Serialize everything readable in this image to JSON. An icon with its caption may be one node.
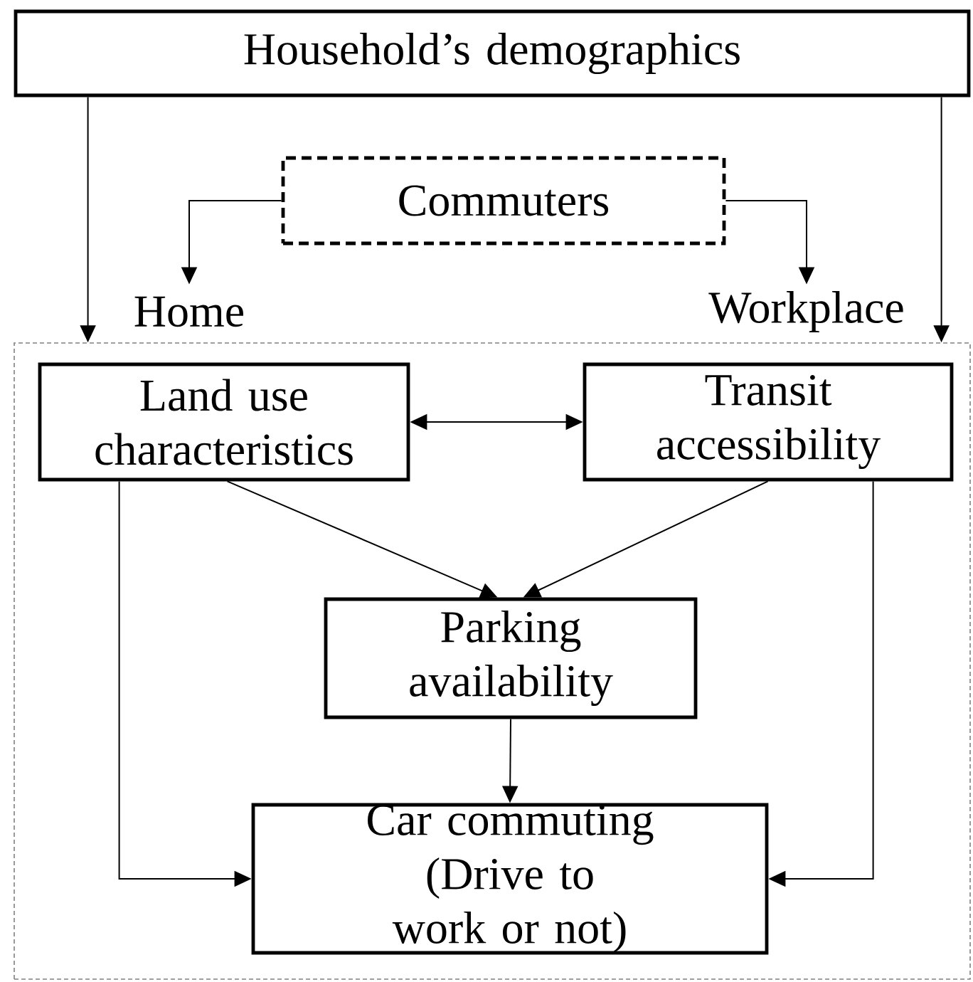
{
  "diagram": {
    "nodes": [
      {
        "text": [
          "Household’s demographics"
        ]
      },
      {
        "text": [
          "Commuters"
        ]
      },
      {
        "text": [
          "Home"
        ]
      },
      {
        "text": [
          "Workplace"
        ]
      },
      {
        "text": [],
        "shape": "box"
      },
      {
        "text": [
          "Land use characteristics"
        ],
        "in": 4
      },
      {
        "text": [
          "Transit accessibility"
        ],
        "in": 4
      },
      {
        "text": [
          "Parking availability"
        ],
        "in": 4
      },
      {
        "text": [
          "Car commuting (Drive to work or not)"
        ],
        "in": 4
      }
    ],
    "edges": [
      {
        "from": 0,
        "to": 4,
        "arrow": "to"
      },
      {
        "from": 0,
        "to": 4,
        "arrow": "to"
      },
      {
        "from": 1,
        "to": 2,
        "arrow": "to"
      },
      {
        "from": 1,
        "to": 3,
        "arrow": "to"
      },
      {
        "from": 5,
        "to": 6,
        "arrow": "both"
      },
      {
        "from": 5,
        "to": 7,
        "arrow": "to"
      },
      {
        "from": 6,
        "to": 7,
        "arrow": "to"
      },
      {
        "from": 7,
        "to": 8,
        "arrow": "to"
      },
      {
        "from": 5,
        "to": 8,
        "arrow": "to"
      },
      {
        "from": 6,
        "to": 8,
        "arrow": "to"
      }
    ]
  }
}
